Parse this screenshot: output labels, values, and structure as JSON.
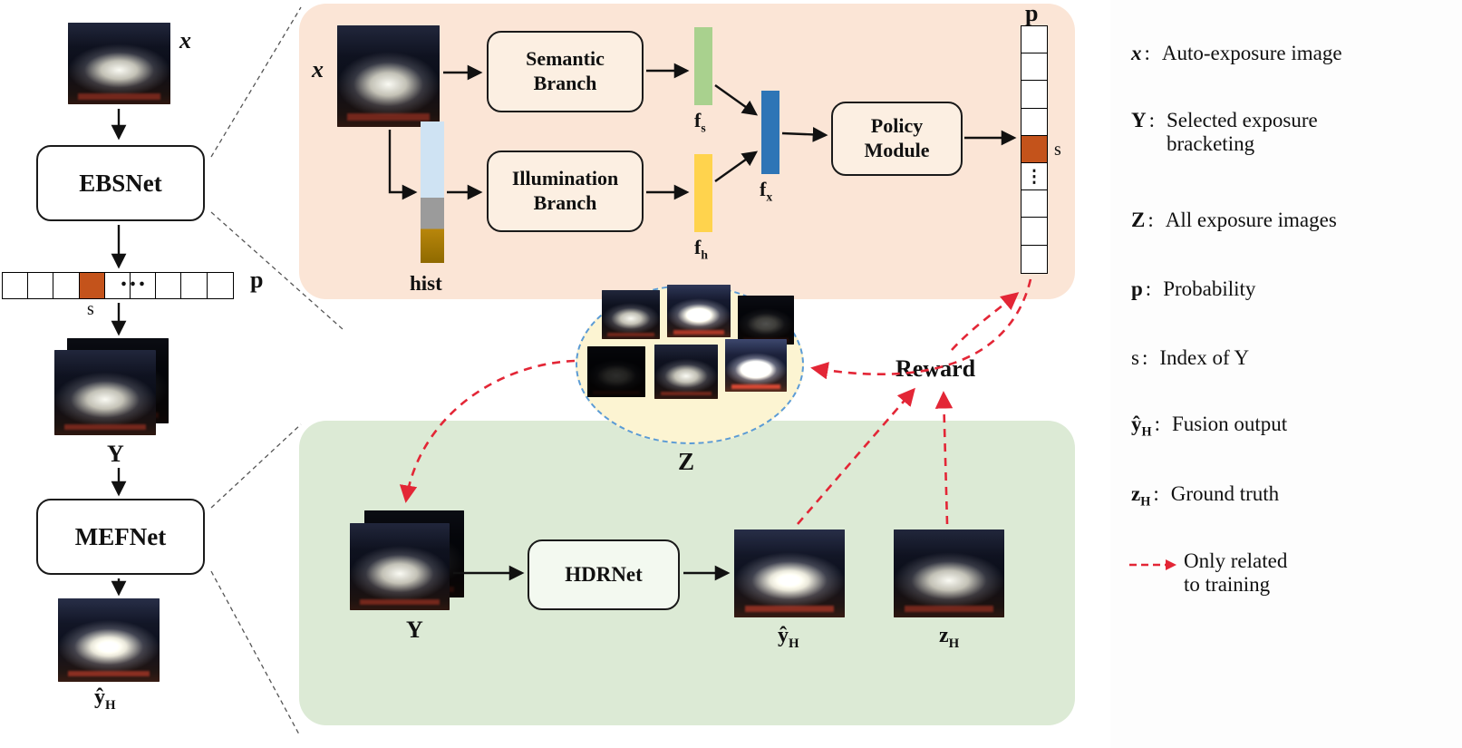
{
  "left": {
    "x_label": "x",
    "ebsnet": "EBSNet",
    "dots": "...",
    "p_label": "p",
    "s_label": "s",
    "y_label": "Y",
    "mefnet": "MEFNet",
    "out_sym": "ŷ",
    "out_sub": "H"
  },
  "ebsnet_detail": {
    "x_label": "x",
    "hist_label": "hist",
    "semantic_branch_label": "Semantic Branch",
    "illumination_branch_label": "Illumination Branch",
    "policy_module_label": "Policy Module",
    "fs_sym": "f",
    "fs_sub": "s",
    "fh_sym": "f",
    "fh_sub": "h",
    "fx_sym": "f",
    "fx_sub": "x",
    "p_label": "p",
    "s_label": "s",
    "dots_vertical": "⋮"
  },
  "middle": {
    "z_label": "Z",
    "reward_label": "Reward"
  },
  "mefnet_detail": {
    "y_label": "Y",
    "hdrnet_label": "HDRNet",
    "yhat_sym": "ŷ",
    "yhat_sub": "H",
    "z_sym": "z",
    "z_sub": "H"
  },
  "legend": {
    "items": [
      {
        "sym": "x",
        "sub": "",
        "colon": ":",
        "line1": "Auto-exposure image",
        "line2": ""
      },
      {
        "sym": "Y",
        "sub": "",
        "colon": ":",
        "line1": "Selected exposure",
        "line2": "bracketing"
      },
      {
        "sym": "Z",
        "sub": "",
        "colon": ":",
        "line1": "All exposure images",
        "line2": ""
      },
      {
        "sym": "p",
        "sub": "",
        "colon": ":",
        "line1": "Probability",
        "line2": ""
      },
      {
        "sym": "s",
        "sub": "",
        "colon": ":",
        "line1": "Index of Y",
        "line2": ""
      },
      {
        "sym": "ŷ",
        "sub": "H",
        "colon": ":",
        "line1": "Fusion output",
        "line2": ""
      },
      {
        "sym": "z",
        "sub": "H",
        "colon": ":",
        "line1": "Ground truth",
        "line2": ""
      },
      {
        "sym": "",
        "sub": "",
        "colon": "",
        "line1": "Only related",
        "line2": "to training"
      }
    ]
  },
  "colors": {
    "panel_orange": "#fbe5d6",
    "panel_green": "#dcead5",
    "ellipse_fill": "#fcf4d2",
    "ellipse_border": "#5b9bd5",
    "prob_selected": "#c4531b",
    "fs_bar": "#a9d18e",
    "fh_bar": "#ffd34d",
    "fx_bar": "#2e75b6",
    "red_arrow": "#e32636"
  }
}
